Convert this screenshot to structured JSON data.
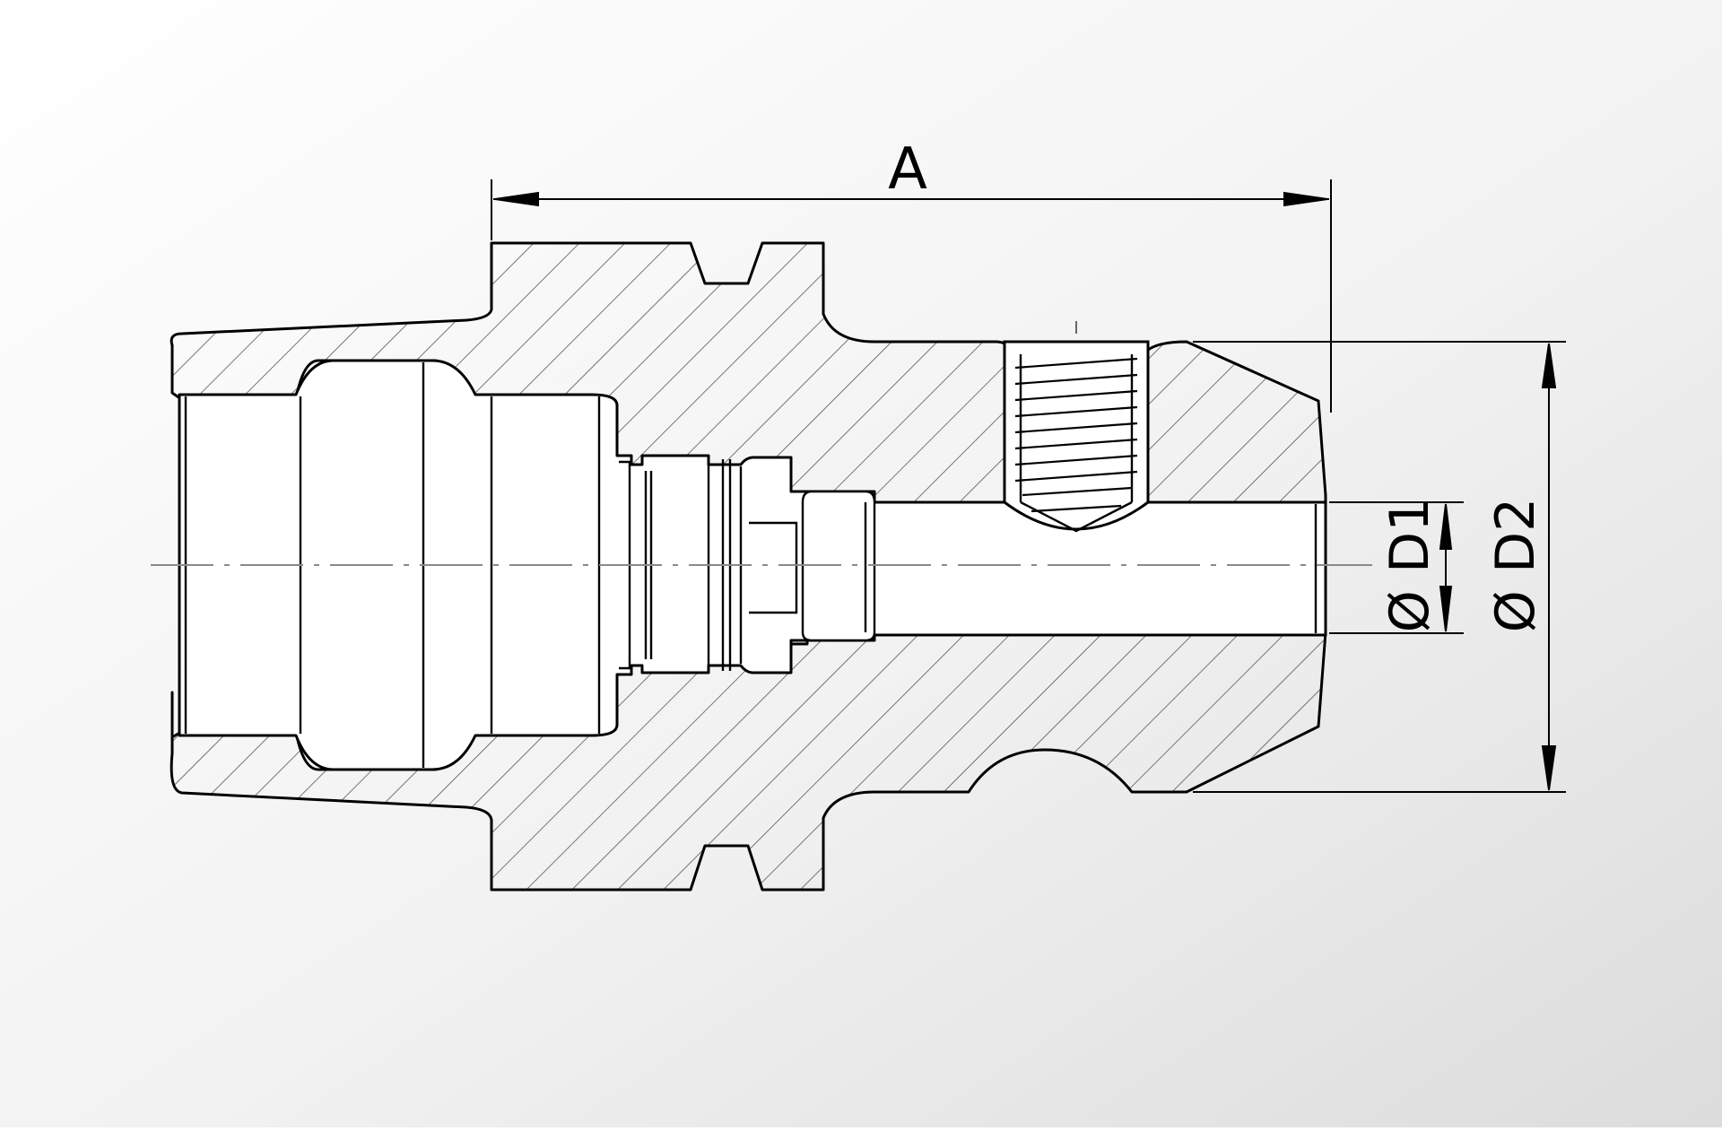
{
  "drawing": {
    "labels": {
      "length": "A",
      "inner_diameter": "Ø D1",
      "outer_diameter": "Ø D2"
    },
    "colors": {
      "background_light": "#ffffff",
      "background_dark": "#dcdcdc",
      "line": "#000000",
      "hatch": "#555555",
      "centerline": "#8a8a8a"
    }
  }
}
